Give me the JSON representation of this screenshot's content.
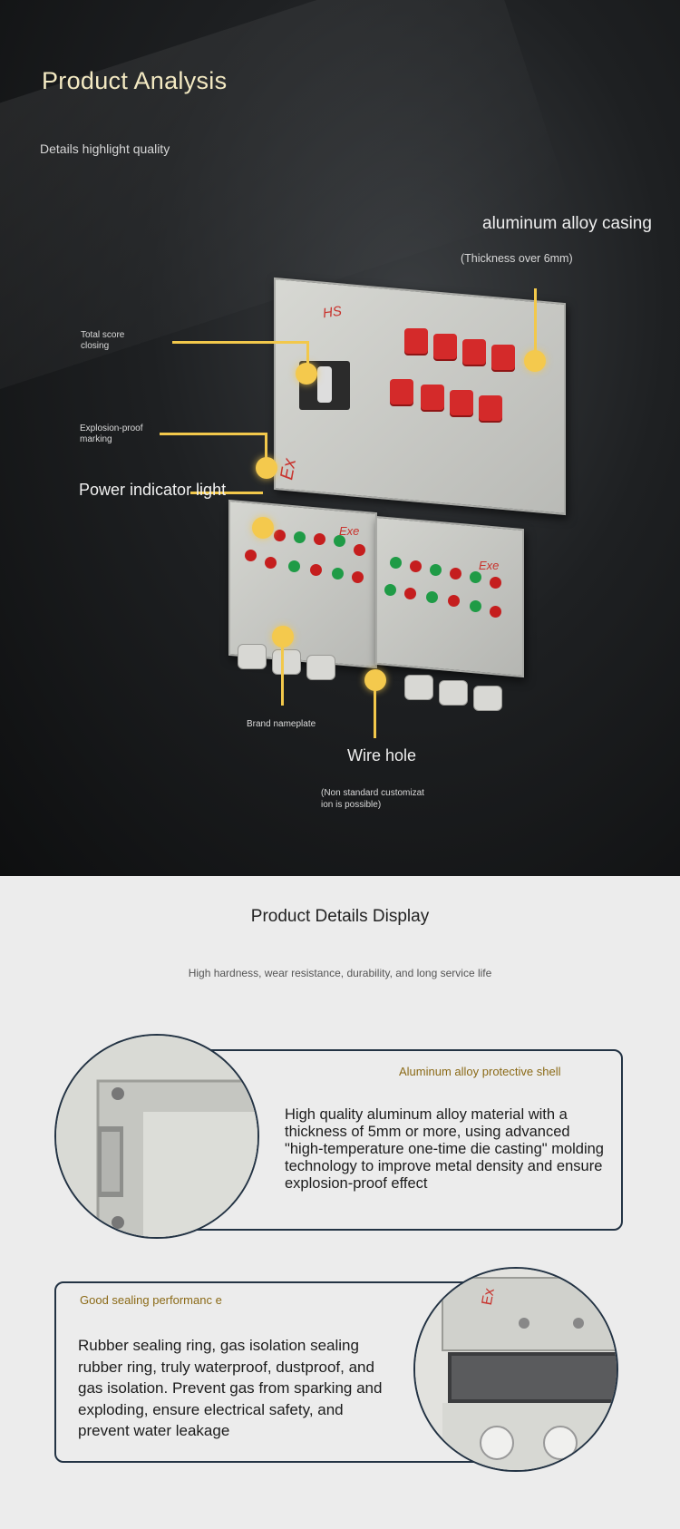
{
  "hero": {
    "title": "Product Analysis",
    "subtitle": "Details highlight quality",
    "callouts": {
      "casing": "aluminum alloy casing",
      "casing_note": "(Thickness over 6mm)",
      "score_closing": "Total score closing",
      "explosion_marking": "Explosion-proof marking",
      "power_light": "Power indicator light",
      "brand_plate": "Brand nameplate",
      "wire_hole": "Wire hole",
      "wire_note": "(Non standard customizat ion is possible)"
    },
    "labels": {
      "ex_side": "Ex",
      "exe_left": "Exe",
      "exe_right": "Exe",
      "brand_logo": "HS"
    },
    "accent_color": "#f4c94d"
  },
  "details": {
    "heading": "Product Details Display",
    "subheading": "High hardness, wear resistance, durability, and long service life",
    "features": [
      {
        "title": "Aluminum alloy protective shell",
        "body": "High quality aluminum alloy material with a thickness of 5mm or more, using advanced \"high-temperature one-time die casting\" molding technology to improve metal density and ensure explosion-proof effect"
      },
      {
        "title": "Good sealing performanc e",
        "body": "Rubber sealing ring, gas isolation sealing rubber ring, truly waterproof, dustproof, and gas isolation. Prevent gas from sparking and exploding, ensure electrical safety, and prevent water leakage",
        "ex_label": "Ex"
      }
    ],
    "border_color": "#233344",
    "title_color": "#8b6a17"
  }
}
